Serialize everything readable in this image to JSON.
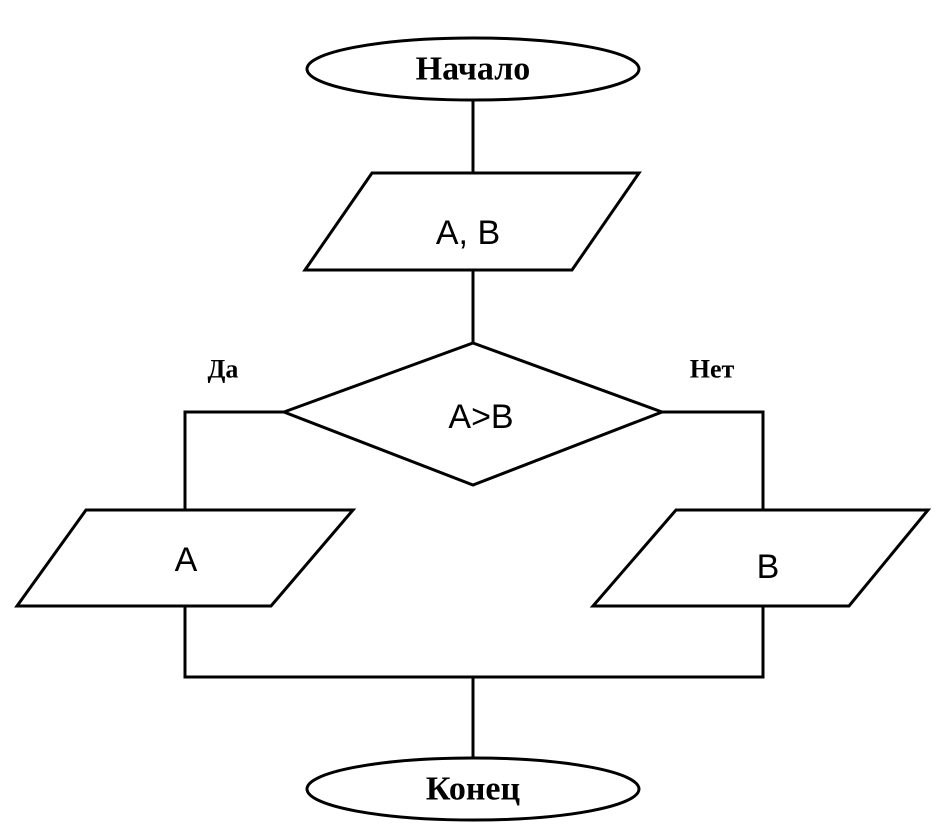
{
  "flowchart": {
    "start": {
      "label": "Начало"
    },
    "input": {
      "label": "А, В"
    },
    "decision": {
      "label": "А>В"
    },
    "branch_yes": {
      "label": "Да"
    },
    "branch_no": {
      "label": "Нет"
    },
    "output_yes": {
      "label": "А"
    },
    "output_no": {
      "label": "В"
    },
    "end": {
      "label": "Конец"
    }
  }
}
